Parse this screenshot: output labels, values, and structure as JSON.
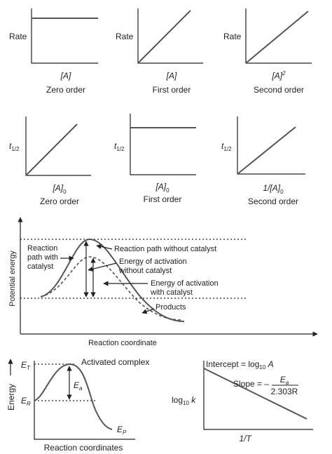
{
  "rate_graphs": [
    {
      "ylabel": "Rate",
      "xlabel_main": "[A]",
      "xlabel_sup": "",
      "caption": "Zero order"
    },
    {
      "ylabel": "Rate",
      "xlabel_main": "[A]",
      "xlabel_sup": "",
      "caption": "First order"
    },
    {
      "ylabel": "Rate",
      "xlabel_main": "[A]",
      "xlabel_sup": "2",
      "caption": "Second order"
    }
  ],
  "halflife_graphs": [
    {
      "ylabel_main": "t",
      "ylabel_sub": "1/2",
      "xlabel_main": "[A]",
      "xlabel_sub": "0",
      "caption": "Zero order"
    },
    {
      "ylabel_main": "t",
      "ylabel_sub": "1/2",
      "xlabel_main": "[A]",
      "xlabel_sub": "0",
      "caption": "First order"
    },
    {
      "ylabel_main": "t",
      "ylabel_sub": "1/2",
      "xlabel_main": "1/[A]",
      "xlabel_sub": "0",
      "caption": "Second order"
    }
  ],
  "catalyst_diagram": {
    "ylabel": "Potential energy",
    "xlabel": "Reaction coordinate",
    "label_with_catalyst": [
      "Reaction",
      "path with",
      "catalyst"
    ],
    "label_without_catalyst": "Reaction path without catalyst",
    "label_ea_without": [
      "Energy of activation",
      "without catalyst"
    ],
    "label_ea_with": [
      "Energy of activation",
      "with catalyst"
    ],
    "label_products": "Products"
  },
  "energy_profile": {
    "ylabel": "Energy",
    "xlabel": "Reaction coordinates",
    "et_main": "E",
    "et_sub": "T",
    "er_main": "E",
    "er_sub": "R",
    "ep_main": "E",
    "ep_sub": "P",
    "ea_main": "E",
    "ea_sub": "a",
    "activated_complex": "Activated complex"
  },
  "arrhenius_plot": {
    "ylabel_main": "log",
    "ylabel_sub": "10",
    "ylabel_var": "k",
    "xlabel": "1/T",
    "intercept_prefix": "Intercept = log",
    "intercept_sub": "10",
    "intercept_var": "A",
    "slope_prefix": "Slope = –",
    "slope_num_main": "E",
    "slope_num_sub": "a",
    "slope_den": "2.303R"
  }
}
